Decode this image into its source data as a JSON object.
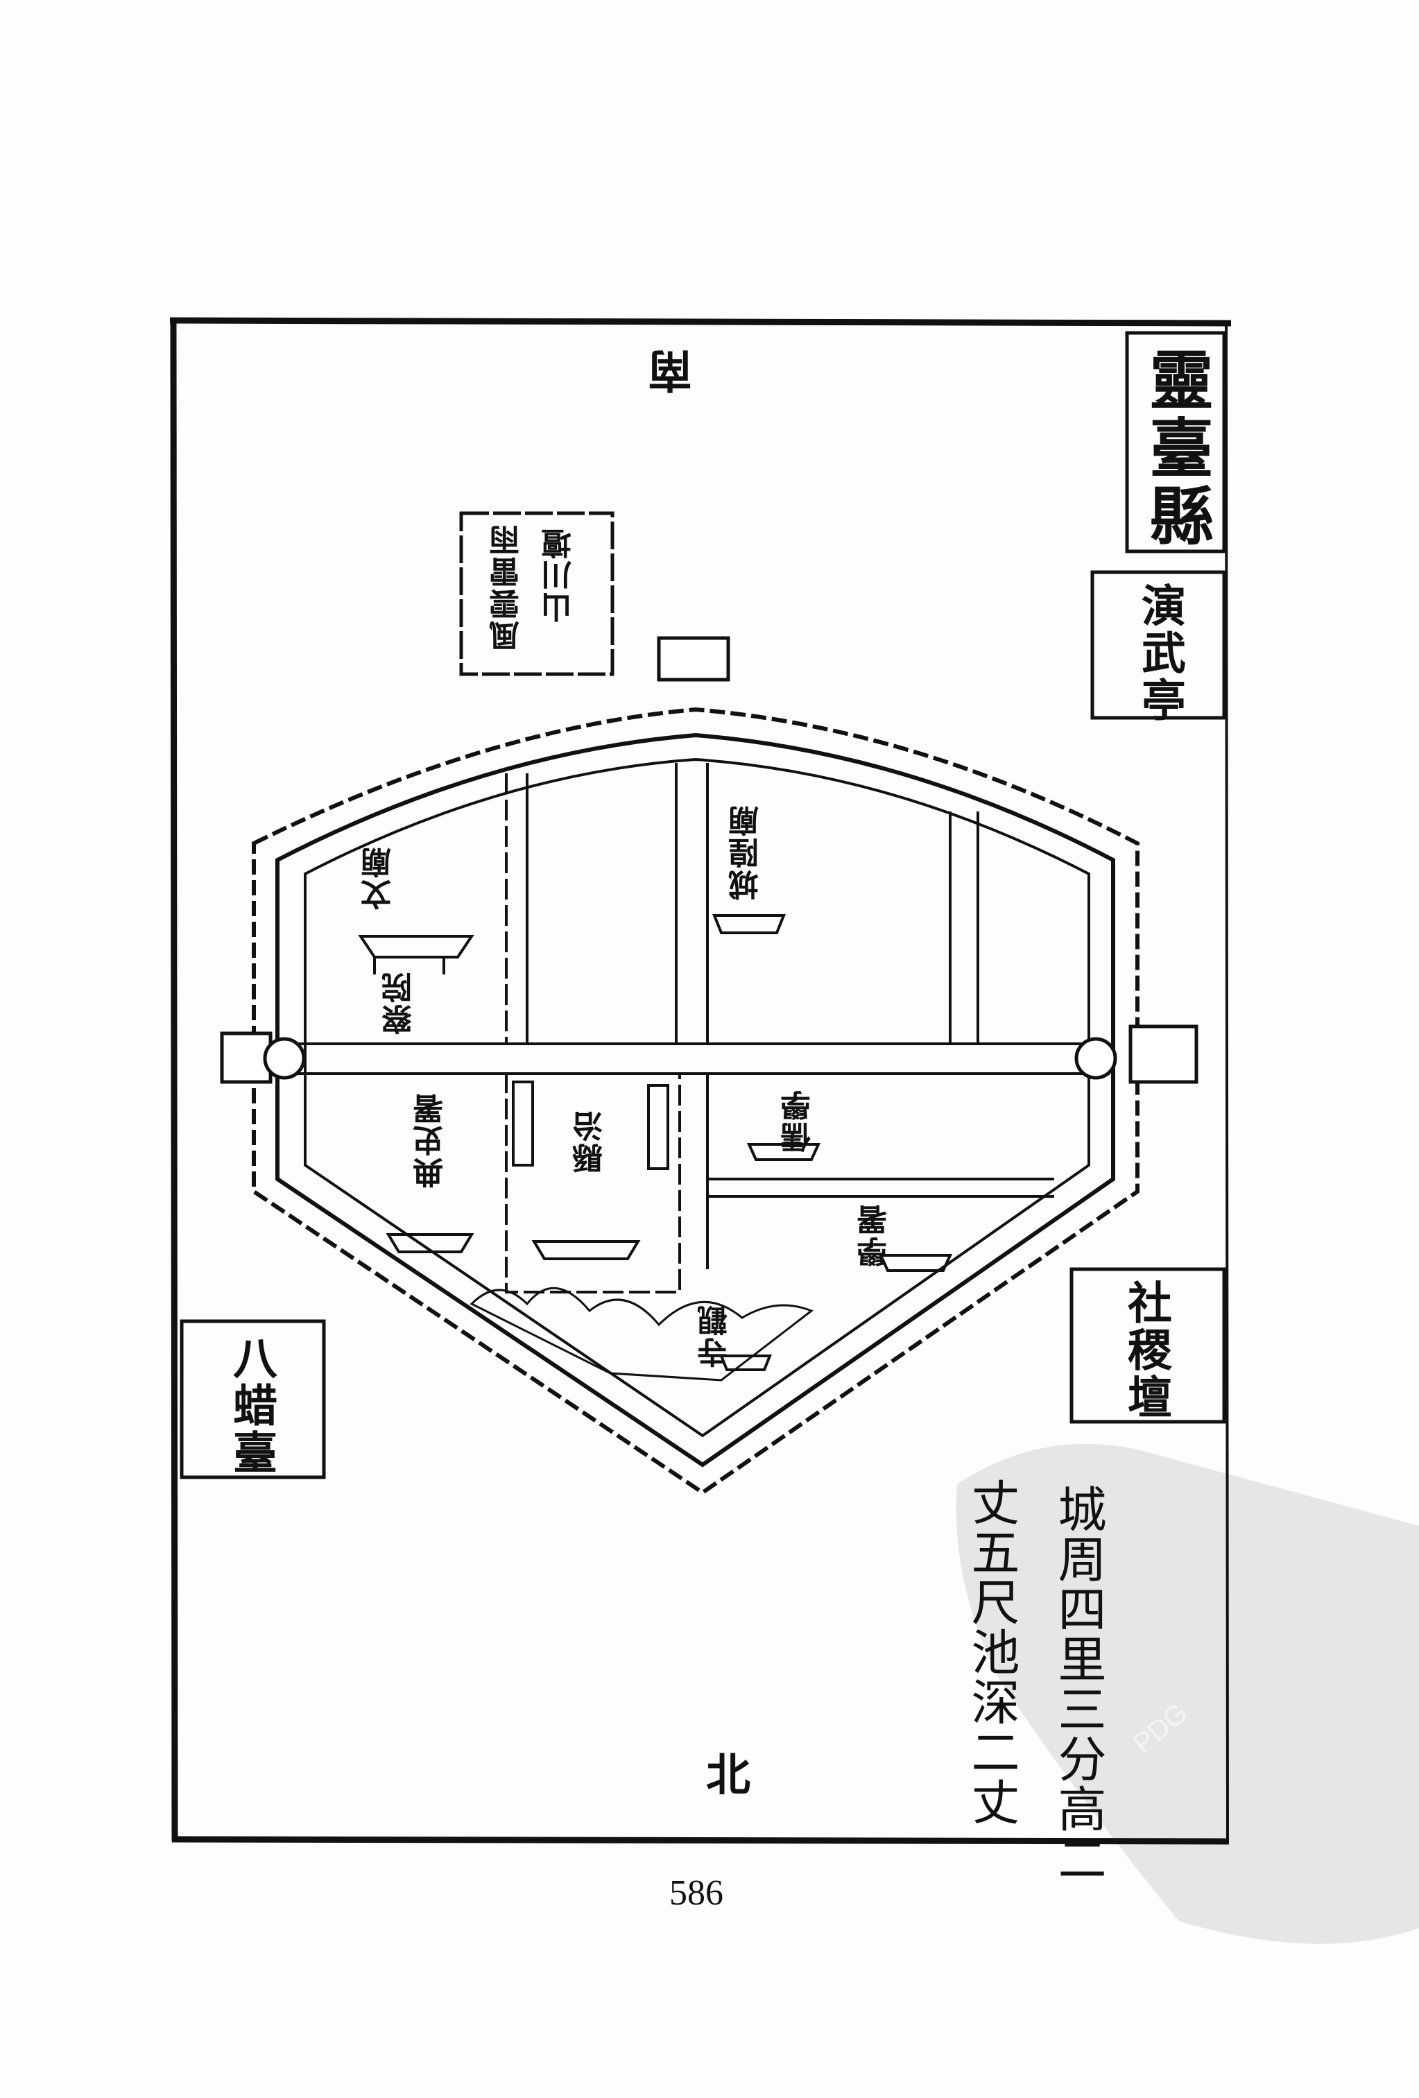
{
  "map": {
    "title": "靈臺縣",
    "orientation": {
      "top": "南",
      "bottom": "北"
    },
    "outside_labels": {
      "parade_pavilion": "演武亭",
      "altar_of_soil_and_grain": "社稷壇",
      "bazha_terrace": "八蜡臺",
      "altar_top_left_col1": "風雲雷雨",
      "altar_top_left_col2": "山川壇"
    },
    "inside_labels": {
      "temple_west": "文廟",
      "office_west": "察院",
      "temple_north": "城隍廟",
      "yamen_left": "典史署",
      "county_yamen": "縣治",
      "school": "儒學",
      "school_east": "學署",
      "monastery": "寺觀"
    },
    "note": [
      "城周四里三分高二",
      "丈五尺池深二丈"
    ]
  },
  "page_number": "586",
  "watermark": {
    "text": "PDG",
    "color": "#e6e6e6"
  },
  "colors": {
    "ink": "#111111",
    "paper": "#fdfdfd"
  }
}
